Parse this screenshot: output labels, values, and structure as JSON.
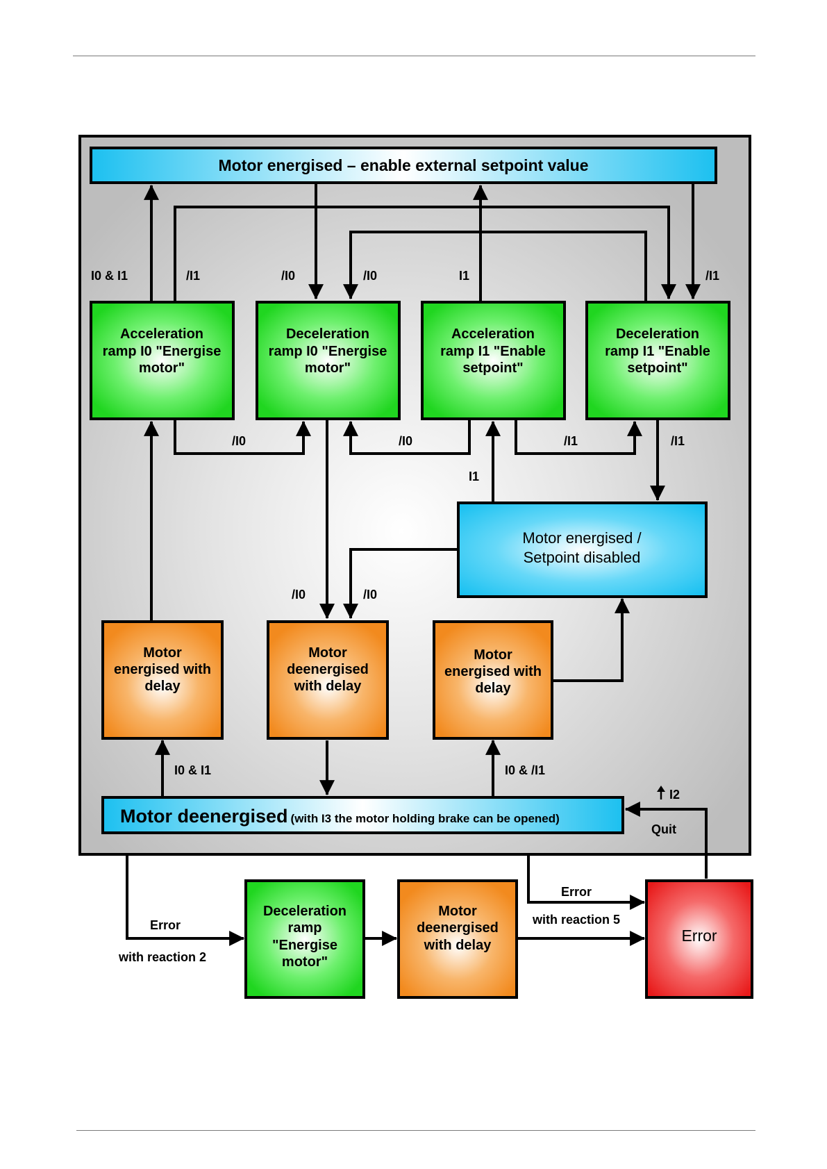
{
  "banner_top": "Motor energised – enable external setpoint value",
  "nodes": {
    "accel_i0": [
      "Acceleration",
      "ramp I0 \"Energise",
      "motor\""
    ],
    "decel_i0": [
      "Deceleration",
      "ramp I0 \"Energise",
      "motor\""
    ],
    "accel_i1": [
      "Acceleration",
      "ramp I1 \"Enable",
      "setpoint\""
    ],
    "decel_i1": [
      "Deceleration",
      "ramp I1 \"Enable",
      "setpoint\""
    ],
    "setpoint_disabled": [
      "Motor energised /",
      "Setpoint disabled"
    ],
    "energised_delay_1": [
      "Motor",
      "energised with",
      "delay"
    ],
    "deenergised_delay_1": [
      "Motor",
      "deenergised",
      "with delay"
    ],
    "energised_delay_2": [
      "Motor",
      "energised with",
      "delay"
    ],
    "decel_ramp_err": [
      "Deceleration",
      "ramp",
      "\"Energise",
      "motor\""
    ],
    "deenergised_delay_2": [
      "Motor",
      "deenergised",
      "with delay"
    ],
    "error": [
      "Error"
    ]
  },
  "banner_bottom": {
    "main": "Motor deenergised",
    "note": "(with I3 the motor holding brake can be opened)"
  },
  "edge_labels": {
    "i0_and_i1_top": "I0 & I1",
    "not_i1_a": "/I1",
    "not_i0_a": "/I0",
    "not_i0_b": "/I0",
    "i1_top": "I1",
    "not_i1_right": "/I1",
    "not_i0_mid_a": "/I0",
    "not_i0_mid_b": "/I0",
    "not_i1_mid_a": "/I1",
    "not_i1_mid_b": "/I1",
    "i1_mid": "I1",
    "not_i0_low_a": "/I0",
    "not_i0_low_b": "/I0",
    "i0_and_i1_bottom": "I0 & I1",
    "i0_and_not_i1": "I0 & /I1",
    "i2_rising": "I2",
    "quit": "Quit",
    "error_reaction5_a": "Error",
    "error_reaction5_b": "with reaction 5",
    "error_reaction2_a": "Error",
    "error_reaction2_b": "with reaction 2"
  },
  "colors": {
    "panel": "#c4c4c4",
    "green": "#22dd22",
    "orange": "#f5962a",
    "blue": "#1cc4f4",
    "red": "#ee2222"
  }
}
